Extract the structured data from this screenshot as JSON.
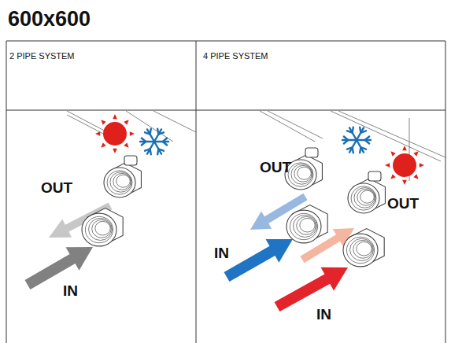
{
  "diagram": {
    "title": "600x600",
    "labels": [
      "2 PIPE SYSTEM",
      "4 PIPE SYSTEM",
      "OUT",
      "IN",
      "OUT",
      "IN",
      "OUT",
      "IN"
    ]
  }
}
